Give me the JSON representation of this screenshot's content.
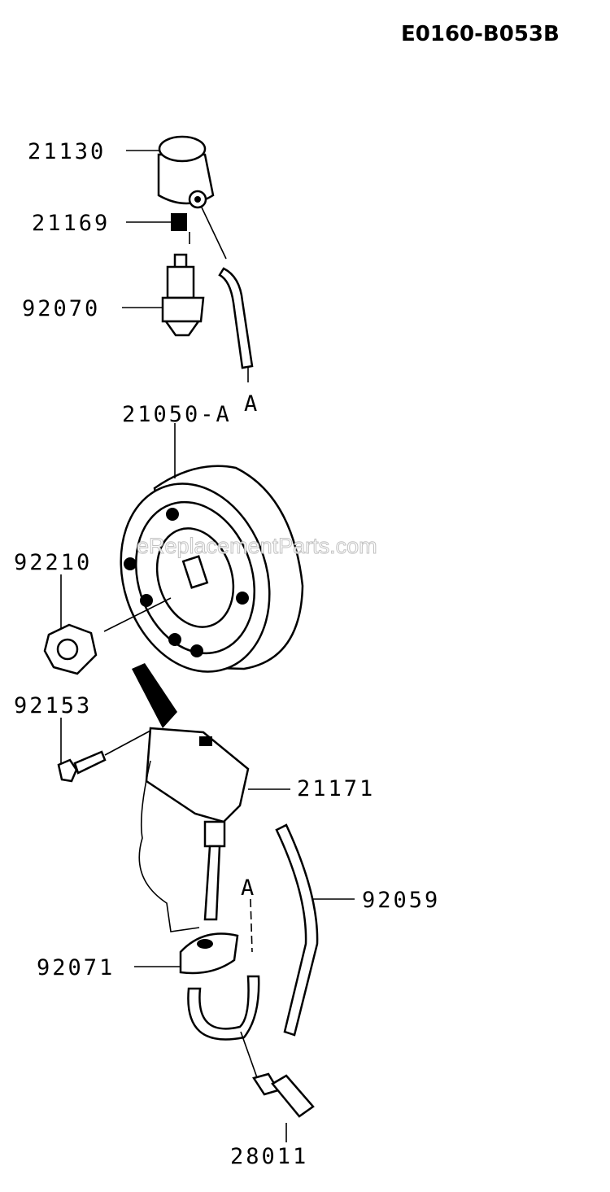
{
  "diagram_code": "E0160-B053B",
  "watermark": "eReplacementParts.com",
  "parts": [
    {
      "number": "21130",
      "part": "spark-plug-cap"
    },
    {
      "number": "21169",
      "part": "spring"
    },
    {
      "number": "92070",
      "part": "spark-plug"
    },
    {
      "number": "21050-A",
      "part": "flywheel"
    },
    {
      "number": "92210",
      "part": "nut"
    },
    {
      "number": "92153",
      "part": "bolt"
    },
    {
      "number": "21171",
      "part": "ignition-coil"
    },
    {
      "number": "92059",
      "part": "tube"
    },
    {
      "number": "92071",
      "part": "grommet"
    },
    {
      "number": "28011",
      "part": "connector"
    }
  ],
  "connection_marks": [
    "A",
    "A"
  ]
}
